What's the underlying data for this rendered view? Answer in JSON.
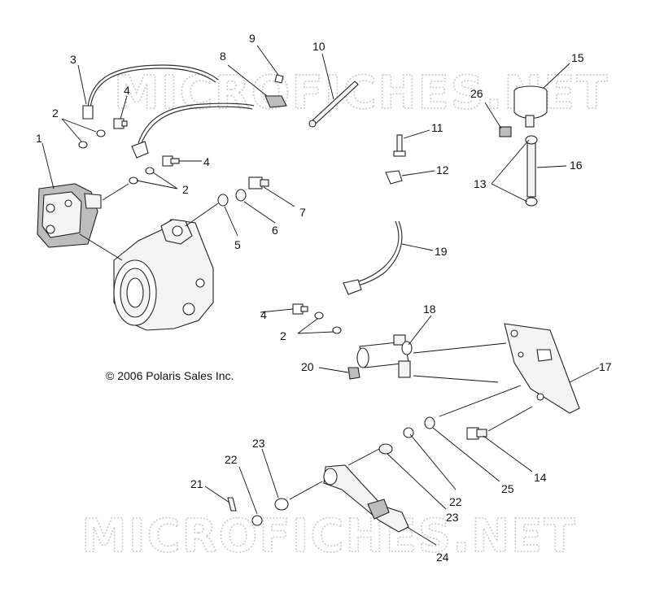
{
  "watermark": {
    "top_text": "MICROFICHES.NET",
    "bottom_text": "MICROFICHES.NET"
  },
  "copyright": "© 2006 Polaris Sales Inc.",
  "callouts": [
    "1",
    "2",
    "2",
    "2",
    "3",
    "4",
    "4",
    "4",
    "5",
    "6",
    "7",
    "8",
    "9",
    "10",
    "11",
    "12",
    "13",
    "14",
    "15",
    "16",
    "17",
    "18",
    "19",
    "20",
    "21",
    "22",
    "22",
    "23",
    "23",
    "24",
    "25",
    "26"
  ]
}
